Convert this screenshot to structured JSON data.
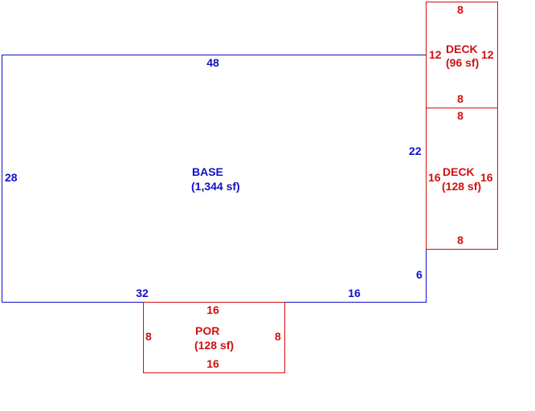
{
  "colors": {
    "base": "#1010c8",
    "addition": "#d01010"
  },
  "base": {
    "name": "BASE",
    "area": "(1,344 sf)",
    "top": "48",
    "left": "28",
    "right_upper": "22",
    "right_lower": "6",
    "bottom_left": "32",
    "bottom_right": "16"
  },
  "deck_upper": {
    "name": "DECK",
    "area": "(96 sf)",
    "top": "8",
    "bottom": "8",
    "left": "12",
    "right": "12"
  },
  "deck_lower": {
    "name": "DECK",
    "area": "(128 sf)",
    "top": "8",
    "bottom": "8",
    "left": "16",
    "right": "16"
  },
  "porch": {
    "name": "POR",
    "area": "(128 sf)",
    "top": "16",
    "bottom": "16",
    "left": "8",
    "right": "8"
  }
}
